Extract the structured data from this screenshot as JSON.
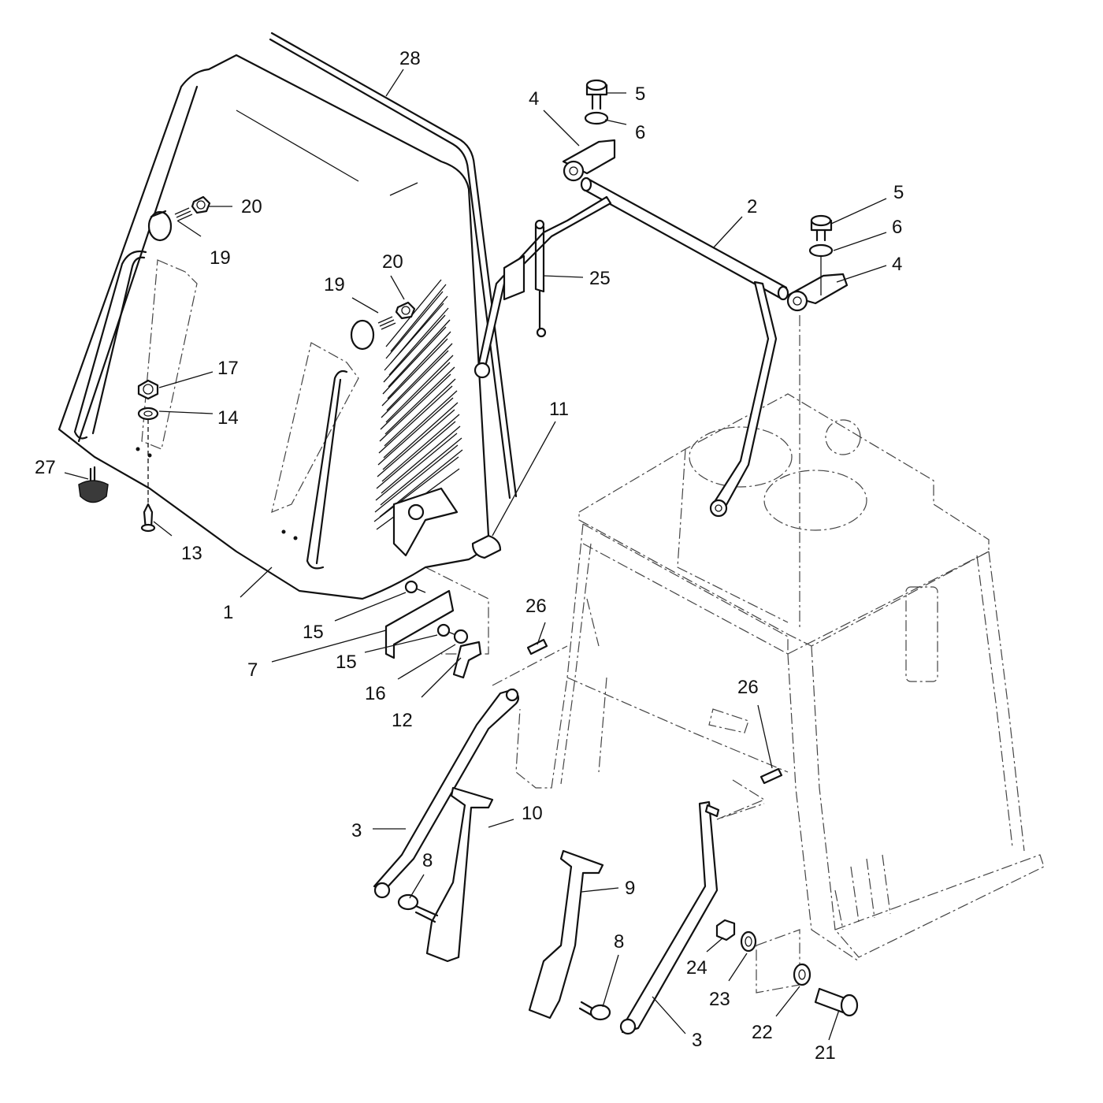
{
  "callouts": [
    {
      "label": "28"
    },
    {
      "label": "4"
    },
    {
      "label": "5"
    },
    {
      "label": "6"
    },
    {
      "label": "5"
    },
    {
      "label": "2"
    },
    {
      "label": "6"
    },
    {
      "label": "4"
    },
    {
      "label": "20"
    },
    {
      "label": "19"
    },
    {
      "label": "20"
    },
    {
      "label": "19"
    },
    {
      "label": "25"
    },
    {
      "label": "17"
    },
    {
      "label": "14"
    },
    {
      "label": "11"
    },
    {
      "label": "27"
    },
    {
      "label": "13"
    },
    {
      "label": "1"
    },
    {
      "label": "15"
    },
    {
      "label": "26"
    },
    {
      "label": "7"
    },
    {
      "label": "15"
    },
    {
      "label": "16"
    },
    {
      "label": "12"
    },
    {
      "label": "26"
    },
    {
      "label": "3"
    },
    {
      "label": "10"
    },
    {
      "label": "8"
    },
    {
      "label": "9"
    },
    {
      "label": "8"
    },
    {
      "label": "24"
    },
    {
      "label": "23"
    },
    {
      "label": "22"
    },
    {
      "label": "21"
    },
    {
      "label": "3"
    }
  ]
}
